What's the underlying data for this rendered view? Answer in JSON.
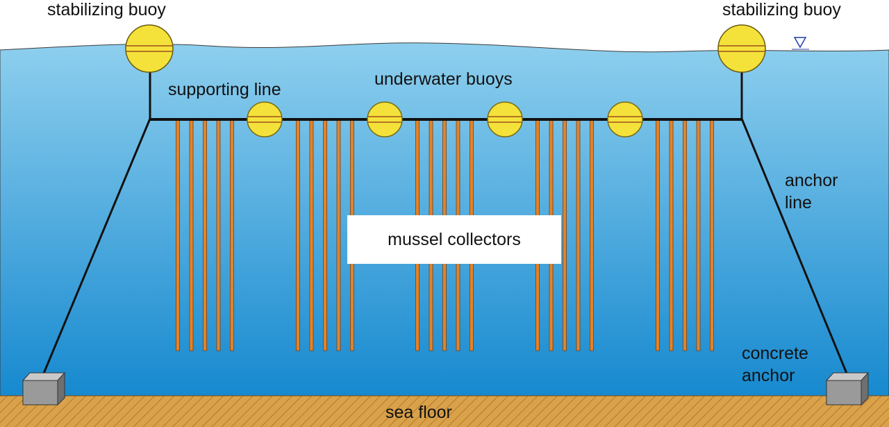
{
  "diagram": {
    "labels": {
      "stabilizing_buoy_left": "stabilizing buoy",
      "stabilizing_buoy_right": "stabilizing buoy",
      "supporting_line": "supporting line",
      "underwater_buoys": "underwater buoys",
      "mussel_collectors": "mussel collectors",
      "anchor_line_1": "anchor",
      "anchor_line_2": "line",
      "concrete_anchor_1": "concrete",
      "concrete_anchor_2": "anchor",
      "sea_floor": "sea floor"
    },
    "colors": {
      "water_top": "#8ecfee",
      "water_bottom": "#1287cf",
      "buoy_fill": "#f4e23a",
      "buoy_stroke": "#7a6a10",
      "collector": "#e0842d",
      "line": "#111111",
      "sea_floor": "#d6a047",
      "anchor": "#8e8e8e"
    },
    "counts": {
      "underwater_buoys": 4,
      "collector_groups": 5,
      "collectors_per_group": 5
    }
  }
}
